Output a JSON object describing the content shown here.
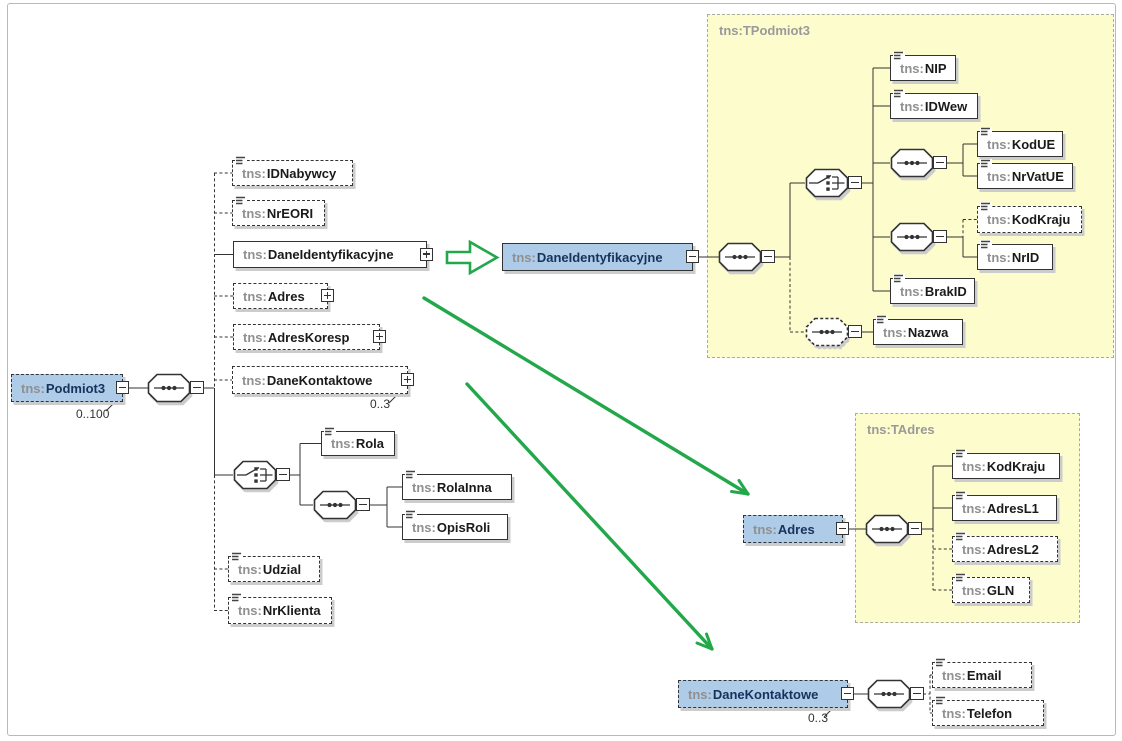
{
  "colors": {
    "element_fill_blue": "#aecbe8",
    "container_fill_yellow": "#fcfccd",
    "annotation_green": "#22a84a",
    "line_black": "#333333",
    "shadow_gray": "#cccccc"
  },
  "containers": {
    "tpodmiot3": "tns:TPodmiot3",
    "tadres": "tns:TAdres"
  },
  "cardinality": {
    "podmiot3": "0..100",
    "dane_kontaktowe_left": "0..3",
    "dane_kontaktowe_right": "0..3"
  },
  "icons": {
    "sequence_icon": "octagon with dotted horizontal line (xs:sequence)",
    "choice_icon": "octagon with switch glyph (xs:choice)",
    "text_content_icon": "stacked text lines (simple content)",
    "expand_icon": "+",
    "collapse_icon": "-"
  },
  "nodes": {
    "podmiot3": {
      "prefix": "tns:",
      "name": "Podmiot3"
    },
    "idnabywcy": {
      "prefix": "tns:",
      "name": "IDNabywcy"
    },
    "nreori": {
      "prefix": "tns:",
      "name": "NrEORI"
    },
    "daneident_left": {
      "prefix": "tns:",
      "name": "DaneIdentyfikacyjne"
    },
    "adres_left": {
      "prefix": "tns:",
      "name": "Adres"
    },
    "adreskoresp": {
      "prefix": "tns:",
      "name": "AdresKoresp"
    },
    "danekontaktowe_left": {
      "prefix": "tns:",
      "name": "DaneKontaktowe"
    },
    "rola": {
      "prefix": "tns:",
      "name": "Rola"
    },
    "rolainna": {
      "prefix": "tns:",
      "name": "RolaInna"
    },
    "opisroli": {
      "prefix": "tns:",
      "name": "OpisRoli"
    },
    "udzial": {
      "prefix": "tns:",
      "name": "Udzial"
    },
    "nrklienta": {
      "prefix": "tns:",
      "name": "NrKlienta"
    },
    "daneident_right": {
      "prefix": "tns:",
      "name": "DaneIdentyfikacyjne"
    },
    "nip": {
      "prefix": "tns:",
      "name": "NIP"
    },
    "idwew": {
      "prefix": "tns:",
      "name": "IDWew"
    },
    "kodue": {
      "prefix": "tns:",
      "name": "KodUE"
    },
    "nrvatue": {
      "prefix": "tns:",
      "name": "NrVatUE"
    },
    "kodkraju_id": {
      "prefix": "tns:",
      "name": "KodKraju"
    },
    "nrid": {
      "prefix": "tns:",
      "name": "NrID"
    },
    "brakid": {
      "prefix": "tns:",
      "name": "BrakID"
    },
    "nazwa": {
      "prefix": "tns:",
      "name": "Nazwa"
    },
    "adres_right": {
      "prefix": "tns:",
      "name": "Adres"
    },
    "kodkraju_adres": {
      "prefix": "tns:",
      "name": "KodKraju"
    },
    "adresl1": {
      "prefix": "tns:",
      "name": "AdresL1"
    },
    "adresl2": {
      "prefix": "tns:",
      "name": "AdresL2"
    },
    "gln": {
      "prefix": "tns:",
      "name": "GLN"
    },
    "danekontaktowe_right": {
      "prefix": "tns:",
      "name": "DaneKontaktowe"
    },
    "email": {
      "prefix": "tns:",
      "name": "Email"
    },
    "telefon": {
      "prefix": "tns:",
      "name": "Telefon"
    }
  }
}
